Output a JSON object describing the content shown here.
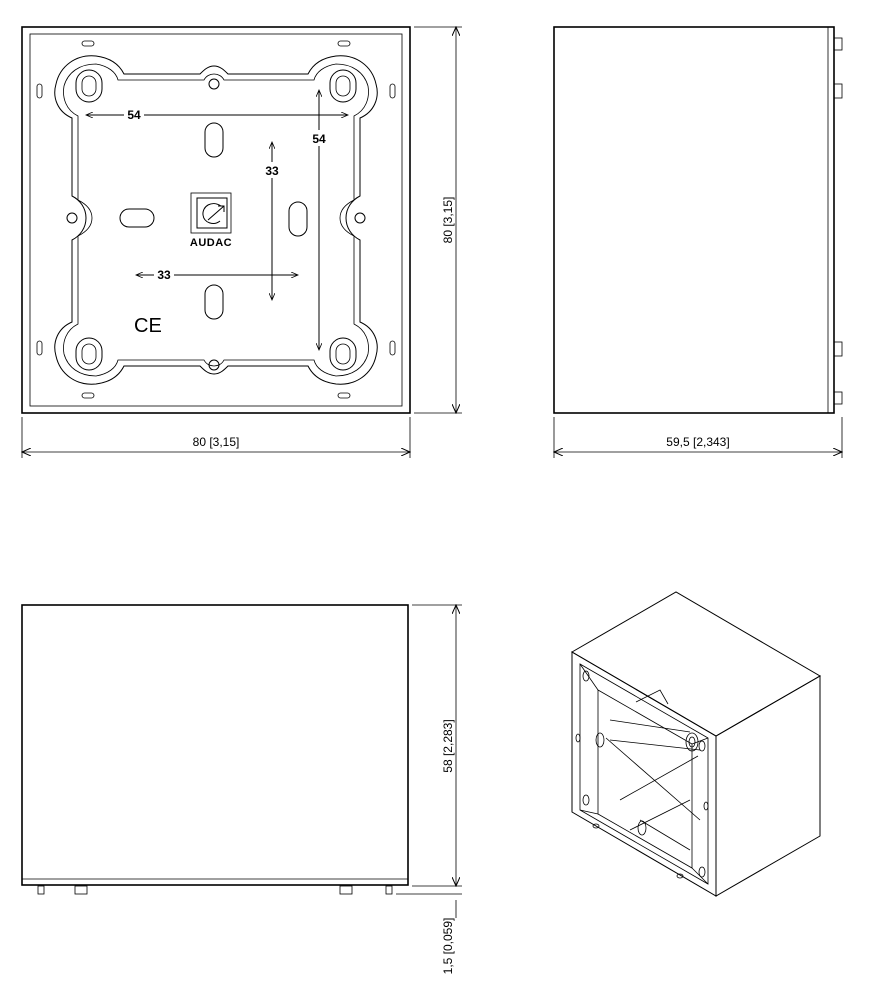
{
  "views": {
    "front": {
      "width_label": "80 [3,15]",
      "height_label": "80 [3,15]",
      "hole_spacing_h": "54",
      "hole_spacing_v": "54",
      "slot_spacing_h": "33",
      "slot_spacing_v": "33",
      "logo": "AUDAC",
      "ce_mark": "CE"
    },
    "side": {
      "depth_label": "59,5 [2,343]"
    },
    "bottom": {
      "height_label": "58 [2,283]",
      "pin_label": "1,5 [0,059]"
    }
  }
}
